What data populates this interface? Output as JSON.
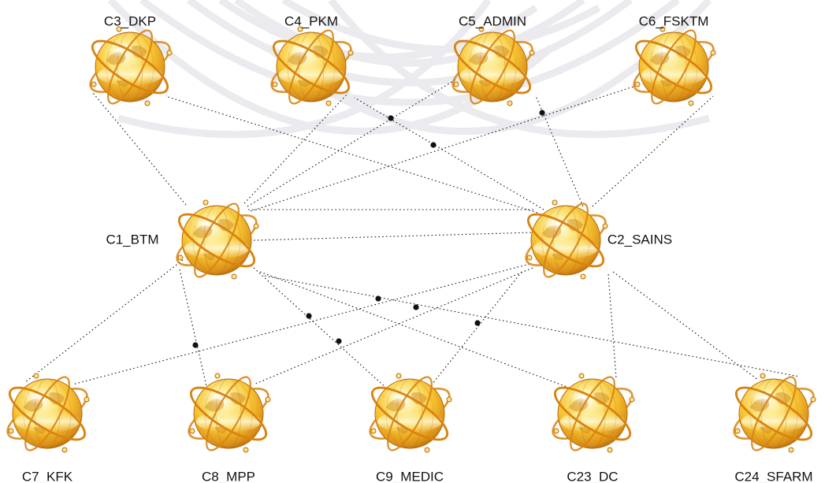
{
  "diagram": {
    "nodes": [
      {
        "id": "C3_DKP",
        "label": "C3_DKP",
        "icon": "globe-icon"
      },
      {
        "id": "C4_PKM",
        "label": "C4_PKM",
        "icon": "globe-icon"
      },
      {
        "id": "C5_ADMIN",
        "label": "C5_ADMIN",
        "icon": "globe-icon"
      },
      {
        "id": "C6_FSKTM",
        "label": "C6_FSKTM",
        "icon": "globe-icon"
      },
      {
        "id": "C1_BTM",
        "label": "C1_BTM",
        "icon": "globe-icon"
      },
      {
        "id": "C2_SAINS",
        "label": "C2_SAINS",
        "icon": "globe-icon"
      },
      {
        "id": "C7_KFK",
        "label": "C7_KFK",
        "icon": "globe-icon"
      },
      {
        "id": "C8_MPP",
        "label": "C8_MPP",
        "icon": "globe-icon"
      },
      {
        "id": "C9_MEDIC",
        "label": "C9_MEDIC",
        "icon": "globe-icon"
      },
      {
        "id": "C23_DC",
        "label": "C23_DC",
        "icon": "globe-icon"
      },
      {
        "id": "C24_SFARM",
        "label": "C24_SFARM",
        "icon": "globe-icon"
      }
    ],
    "links": [
      {
        "from": "C1_BTM",
        "to": "C2_SAINS"
      },
      {
        "from": "C1_BTM",
        "to": "C2_SAINS"
      },
      {
        "from": "C1_BTM",
        "to": "C3_DKP"
      },
      {
        "from": "C1_BTM",
        "to": "C4_PKM"
      },
      {
        "from": "C1_BTM",
        "to": "C5_ADMIN"
      },
      {
        "from": "C1_BTM",
        "to": "C6_FSKTM"
      },
      {
        "from": "C2_SAINS",
        "to": "C3_DKP"
      },
      {
        "from": "C2_SAINS",
        "to": "C4_PKM"
      },
      {
        "from": "C2_SAINS",
        "to": "C5_ADMIN"
      },
      {
        "from": "C2_SAINS",
        "to": "C6_FSKTM"
      },
      {
        "from": "C1_BTM",
        "to": "C7_KFK"
      },
      {
        "from": "C1_BTM",
        "to": "C8_MPP"
      },
      {
        "from": "C1_BTM",
        "to": "C9_MEDIC"
      },
      {
        "from": "C1_BTM",
        "to": "C23_DC"
      },
      {
        "from": "C1_BTM",
        "to": "C24_SFARM"
      },
      {
        "from": "C2_SAINS",
        "to": "C7_KFK"
      },
      {
        "from": "C2_SAINS",
        "to": "C8_MPP"
      },
      {
        "from": "C2_SAINS",
        "to": "C9_MEDIC"
      },
      {
        "from": "C2_SAINS",
        "to": "C23_DC"
      },
      {
        "from": "C2_SAINS",
        "to": "C24_SFARM"
      }
    ],
    "colors": {
      "globe_light": "#fff8c4",
      "globe_mid": "#f7c531",
      "globe_dark": "#b86a0c",
      "orbit": "#d9830f",
      "link": "#1a1a1a",
      "background_pattern": "#e9e9ee"
    }
  }
}
